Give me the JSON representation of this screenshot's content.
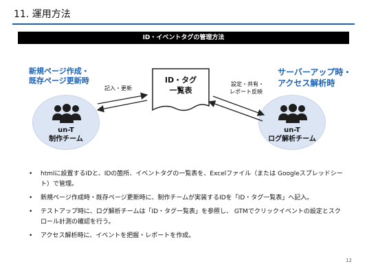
{
  "page": {
    "title": "11. 運用方法",
    "number": "12"
  },
  "colors": {
    "accent": "#1f5fa3",
    "blue_text": "#1f63b7",
    "circle_fill": "#dce5f3",
    "banner": "#000000"
  },
  "banner": {
    "text": "ID・イベントタグの管理方法"
  },
  "left_panel": {
    "title_lines": [
      "新規ページ作成・",
      "既存ページ更新時"
    ],
    "team_lines": [
      "un-T",
      "制作チーム"
    ],
    "icon": "people-icon"
  },
  "center_doc": {
    "lines": [
      "ID・タグ",
      "一覧表"
    ],
    "icon": "document-icon"
  },
  "right_panel": {
    "title_lines": [
      "サーバーアップ時・",
      "アクセス解析時"
    ],
    "team_lines": [
      "un-T",
      "ログ解析チーム"
    ],
    "icon": "people-icon"
  },
  "labels": {
    "left_arrow": "記入・更新",
    "right_arrow_lines": [
      "設定・共有・",
      "レポート反映"
    ]
  },
  "bullets": [
    "htmlに設置するIDと、IDの箇所、イベントタグの一覧表を、Excelファイル（または Googleスプレッドシート）で管理。",
    "新規ページ作成時・既存ページ更新時に、制作チームが実装するIDを「ID・タグ一覧表」へ記入。",
    "テストアップ時に、ログ解析チームは「ID・タグ一覧表」を参照し、 GTMでクリックイベントの設定とスクロール計測の確認を行う。",
    "アクセス解析時に、イベントを把握・レポートを作成。"
  ]
}
